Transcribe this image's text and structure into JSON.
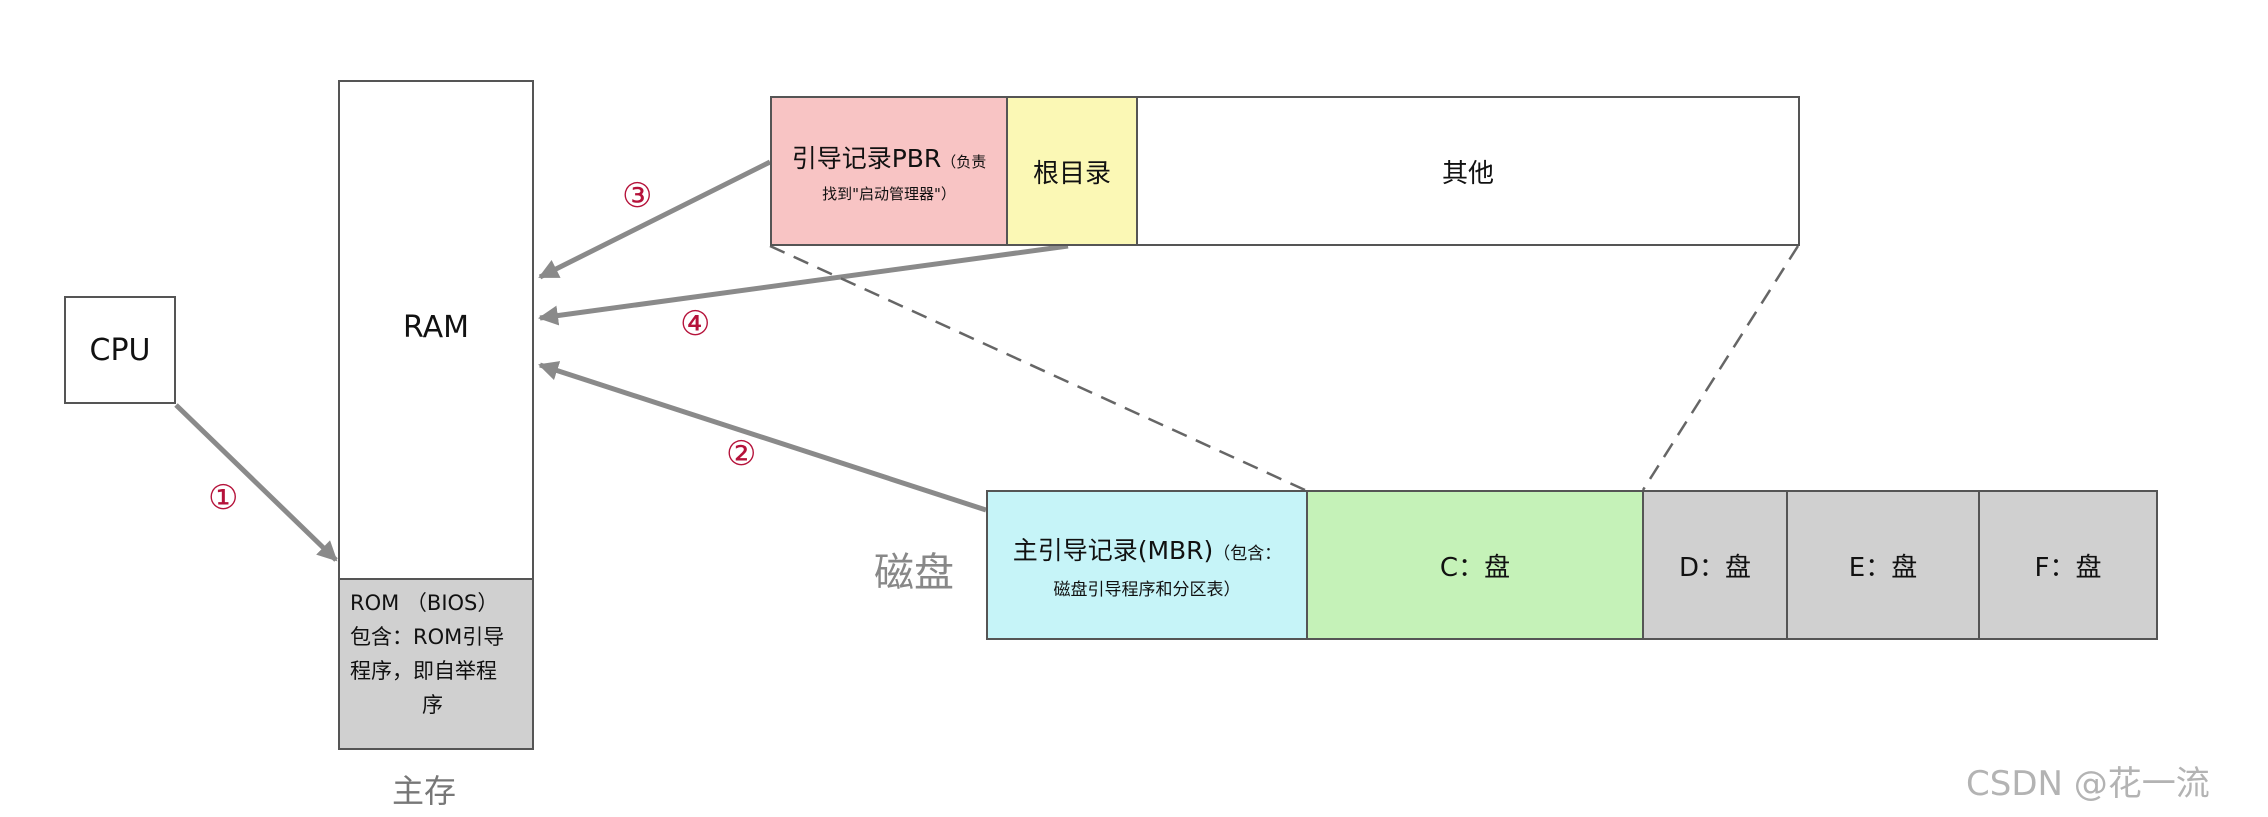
{
  "cpu": {
    "label": "CPU"
  },
  "memory": {
    "ram_label": "RAM",
    "rom_lines": [
      "ROM （BIOS）",
      "包含：ROM引导",
      "程序，即自举程",
      "序"
    ],
    "caption": "主存"
  },
  "partition": {
    "pbr_title": "引导记录PBR",
    "pbr_note_1": "（负责",
    "pbr_note_2": "找到\"启动管理器\"）",
    "root_dir": "根目录",
    "other": "其他"
  },
  "disk": {
    "label": "磁盘",
    "mbr_title": "主引导记录(MBR)",
    "mbr_note_1": "（包含：",
    "mbr_note_2": "磁盘引导程序和分区表）",
    "drives": [
      "C：盘",
      "D：盘",
      "E：盘",
      "F：盘"
    ]
  },
  "steps": [
    "①",
    "②",
    "③",
    "④"
  ],
  "watermark": "CSDN @花一流",
  "colors": {
    "pbr": "#f8c4c4",
    "root_dir": "#fbf8b5",
    "mbr": "#c6f4f8",
    "c_drive": "#c5f2b8",
    "other_drives": "#d0d0d0",
    "rom": "#d0d0d0",
    "arrow": "#8a8a8a",
    "step": "#b5123a"
  }
}
